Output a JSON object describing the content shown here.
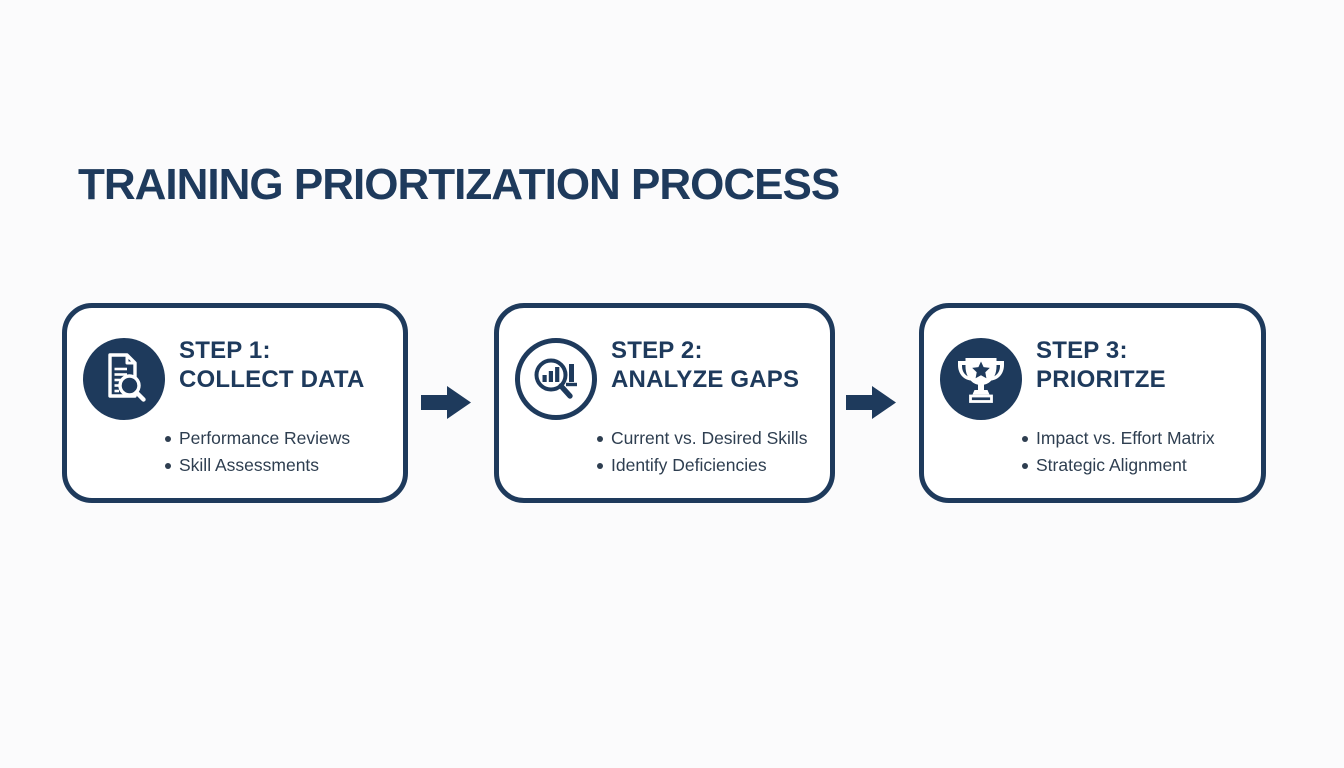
{
  "page": {
    "title": "TRAINING PRIORTIZATION PROCESS"
  },
  "colors": {
    "navy_accent": "#1e3a5c",
    "bullet_text": "#2e3e50",
    "box_background": "#ffffff",
    "page_background": "#fbfbfc"
  },
  "steps": [
    {
      "step_label": "STEP 1:",
      "title": "COLLECT DATA",
      "icon": "document-search-icon",
      "bullets": [
        "Performance Reviews",
        "Skill Assessments"
      ]
    },
    {
      "step_label": "STEP 2:",
      "title": "ANALYZE GAPS",
      "icon": "chart-magnifier-icon",
      "bullets": [
        "Current vs. Desired Skills",
        "Identify Deficiencies"
      ]
    },
    {
      "step_label": "STEP 3:",
      "title": "PRIORITZE",
      "icon": "trophy-icon",
      "bullets": [
        "Impact vs. Effort Matrix",
        "Strategic Alignment"
      ]
    }
  ],
  "connectors": [
    {
      "icon": "arrow-right-icon"
    },
    {
      "icon": "arrow-right-icon"
    }
  ]
}
